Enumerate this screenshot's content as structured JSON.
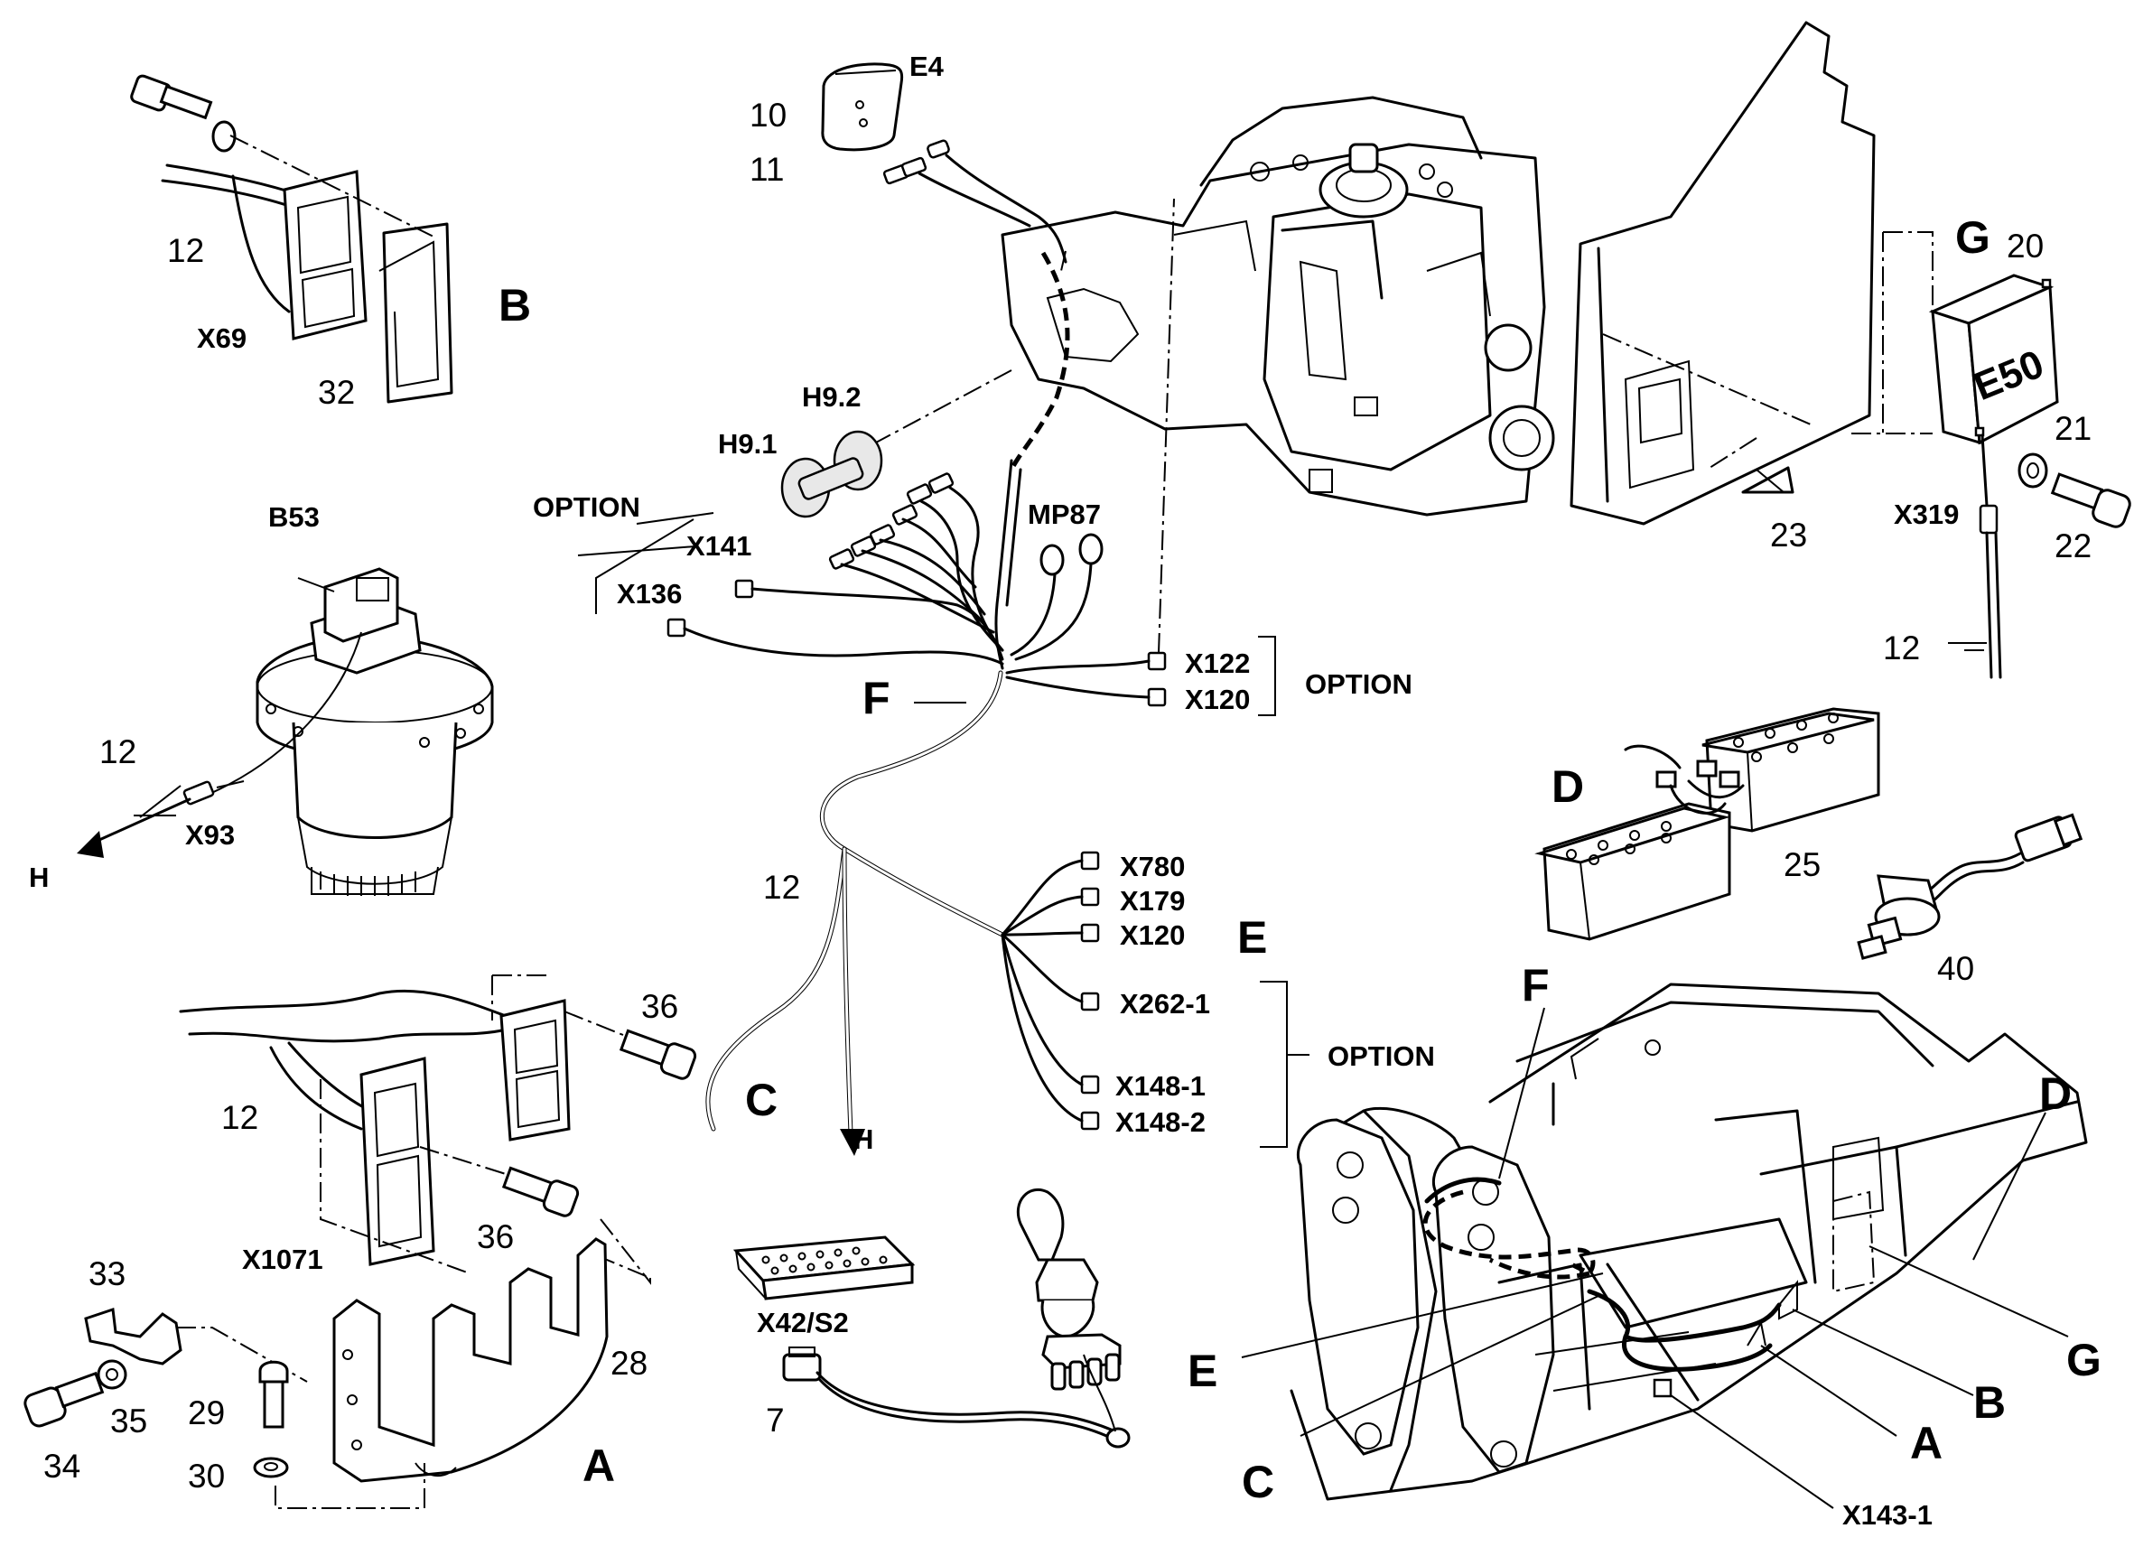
{
  "labels": {
    "n10": "10",
    "n11": "11",
    "e4": "E4",
    "n12_b": "12",
    "x69": "X69",
    "n32": "32",
    "b": "B",
    "h92": "H9.2",
    "h91": "H9.1",
    "option_top": "OPTION",
    "x141": "X141",
    "x136": "X136",
    "mp87": "MP87",
    "x122": "X122",
    "x120_top": "X120",
    "option_right": "OPTION",
    "f": "F",
    "b53": "B53",
    "n12_motor": "12",
    "x93": "X93",
    "h_left": "H",
    "n12_main": "12",
    "x780": "X780",
    "x179": "X179",
    "x120_e": "X120",
    "e": "E",
    "x262": "X262-1",
    "option_e": "OPTION",
    "x148_1": "X148-1",
    "x148_2": "X148-2",
    "c": "C",
    "h_bottom": "H",
    "n36_a": "36",
    "n12_a": "12",
    "n36_b": "36",
    "x1071": "X1071",
    "n33": "33",
    "n35": "35",
    "n34": "34",
    "n29": "29",
    "n30": "30",
    "n28": "28",
    "a": "A",
    "x42s2": "X42/S2",
    "n7": "7",
    "g": "G",
    "n20": "20",
    "e50": "E50",
    "n21": "21",
    "n22": "22",
    "x319": "X319",
    "n12_g": "12",
    "n23": "23",
    "d": "D",
    "n25": "25",
    "n40": "40",
    "f_frame": "F",
    "d_frame": "D",
    "e_frame": "E",
    "g_frame": "G",
    "b_frame": "B",
    "a_frame": "A",
    "c_frame": "C",
    "x143": "X143-1"
  },
  "icons": [
    "screw-icon",
    "washer-icon",
    "gasket-plate-icon",
    "travel-motor-icon",
    "light-icon",
    "horn-icon",
    "control-unit-icon",
    "battery-icon",
    "pressure-sensor-icon",
    "keypad-icon",
    "joystick-icon",
    "bracket-icon",
    "frame-icon"
  ]
}
